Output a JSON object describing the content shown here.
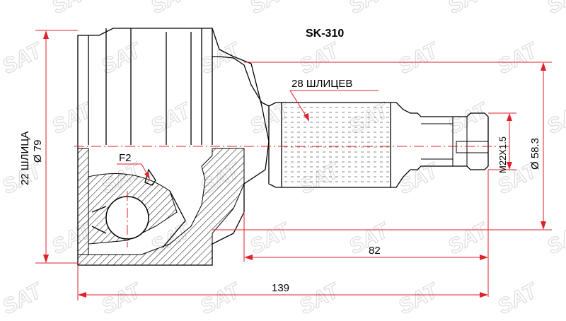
{
  "part_number": "SK-310",
  "watermark_text": "SAT",
  "labels": {
    "outer_splines": "28 ШЛИЦЕВ",
    "f2": "F2",
    "inner_splines": "22 ШЛИЦА",
    "outer_diameter": "Ø 79",
    "thread": "M22X1.5",
    "shaft_diameter": "Ø 58.3",
    "length_shaft": "82",
    "length_total": "139"
  },
  "colors": {
    "dimension": "#e0202a",
    "outline": "#000000",
    "watermark": "#dcdcdc"
  }
}
